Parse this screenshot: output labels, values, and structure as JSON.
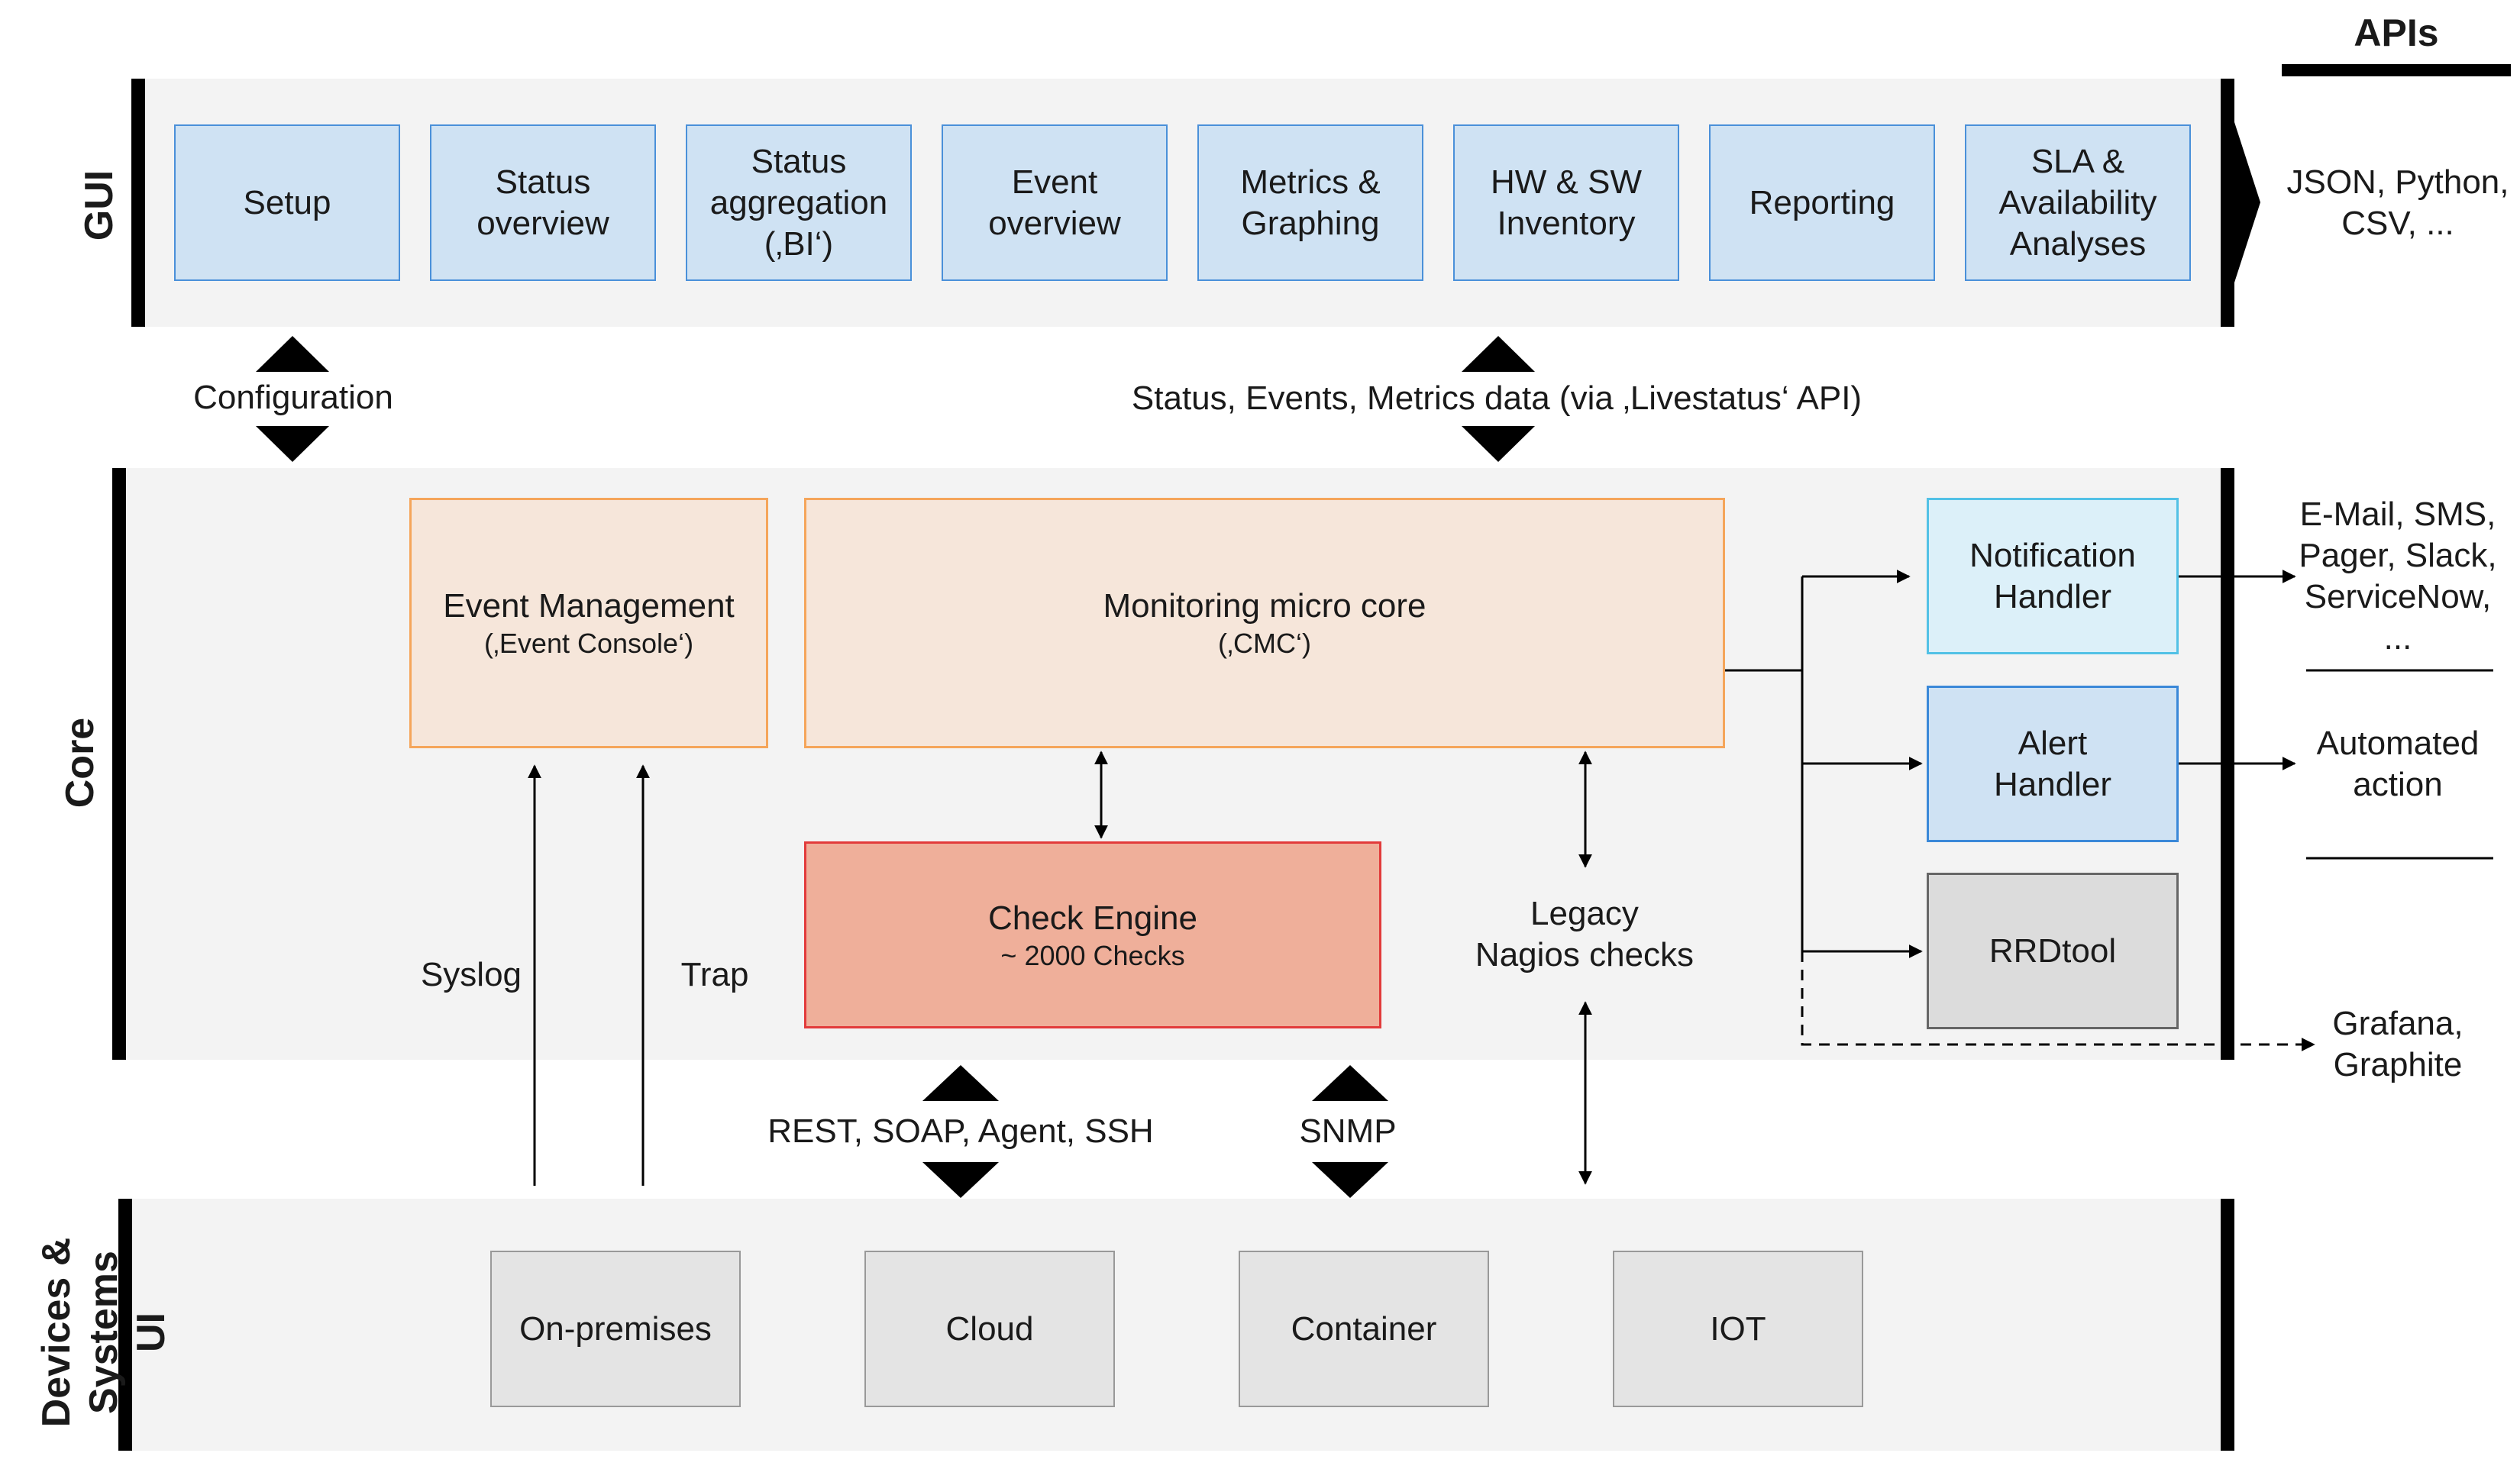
{
  "apis_heading": "APIs",
  "layers": {
    "gui": "GUI",
    "core": "Core",
    "devices": "Devices &\nSystems UI"
  },
  "gui_modules": [
    {
      "label": "Setup"
    },
    {
      "label": "Status\noverview"
    },
    {
      "label": "Status\naggregation\n(‚BI‘)"
    },
    {
      "label": "Event\noverview"
    },
    {
      "label": "Metrics &\nGraphing"
    },
    {
      "label": "HW & SW\nInventory"
    },
    {
      "label": "Reporting"
    },
    {
      "label": "SLA &\nAvailability\nAnalyses"
    }
  ],
  "api_outputs": {
    "gui": "JSON, Python,\nCSV, ...",
    "notifications": "E-Mail, SMS,\nPager, Slack,\nServiceNow,\n...",
    "alert": "Automated\naction",
    "rrd": "Grafana,\nGraphite"
  },
  "connections": {
    "configuration": "Configuration",
    "livestatus": "Status, Events, Metrics data (via ‚Livestatus‘ API)",
    "syslog": "Syslog",
    "trap": "Trap",
    "rest": "REST, SOAP, Agent, SSH",
    "snmp": "SNMP"
  },
  "core": {
    "event_management": {
      "title": "Event Management",
      "subtitle": "(‚Event Console‘)"
    },
    "micro_core": {
      "title": "Monitoring micro core",
      "subtitle": "(‚CMC‘)"
    },
    "check_engine": {
      "title": "Check Engine",
      "subtitle": "~ 2000 Checks"
    },
    "legacy": "Legacy\nNagios checks",
    "notification_handler": "Notification\nHandler",
    "alert_handler": "Alert\nHandler",
    "rrdtool": "RRDtool"
  },
  "devices": [
    {
      "label": "On-premises"
    },
    {
      "label": "Cloud"
    },
    {
      "label": "Container"
    },
    {
      "label": "IOT"
    }
  ],
  "colors": {
    "gui_fill": "#cfe2f3",
    "gui_border": "#4a90d9",
    "core_fill": "#f6e6da",
    "core_border": "#f5a55a",
    "check_fill": "#efaf9a",
    "check_border": "#e23b3b",
    "band": "#f3f3f3"
  }
}
